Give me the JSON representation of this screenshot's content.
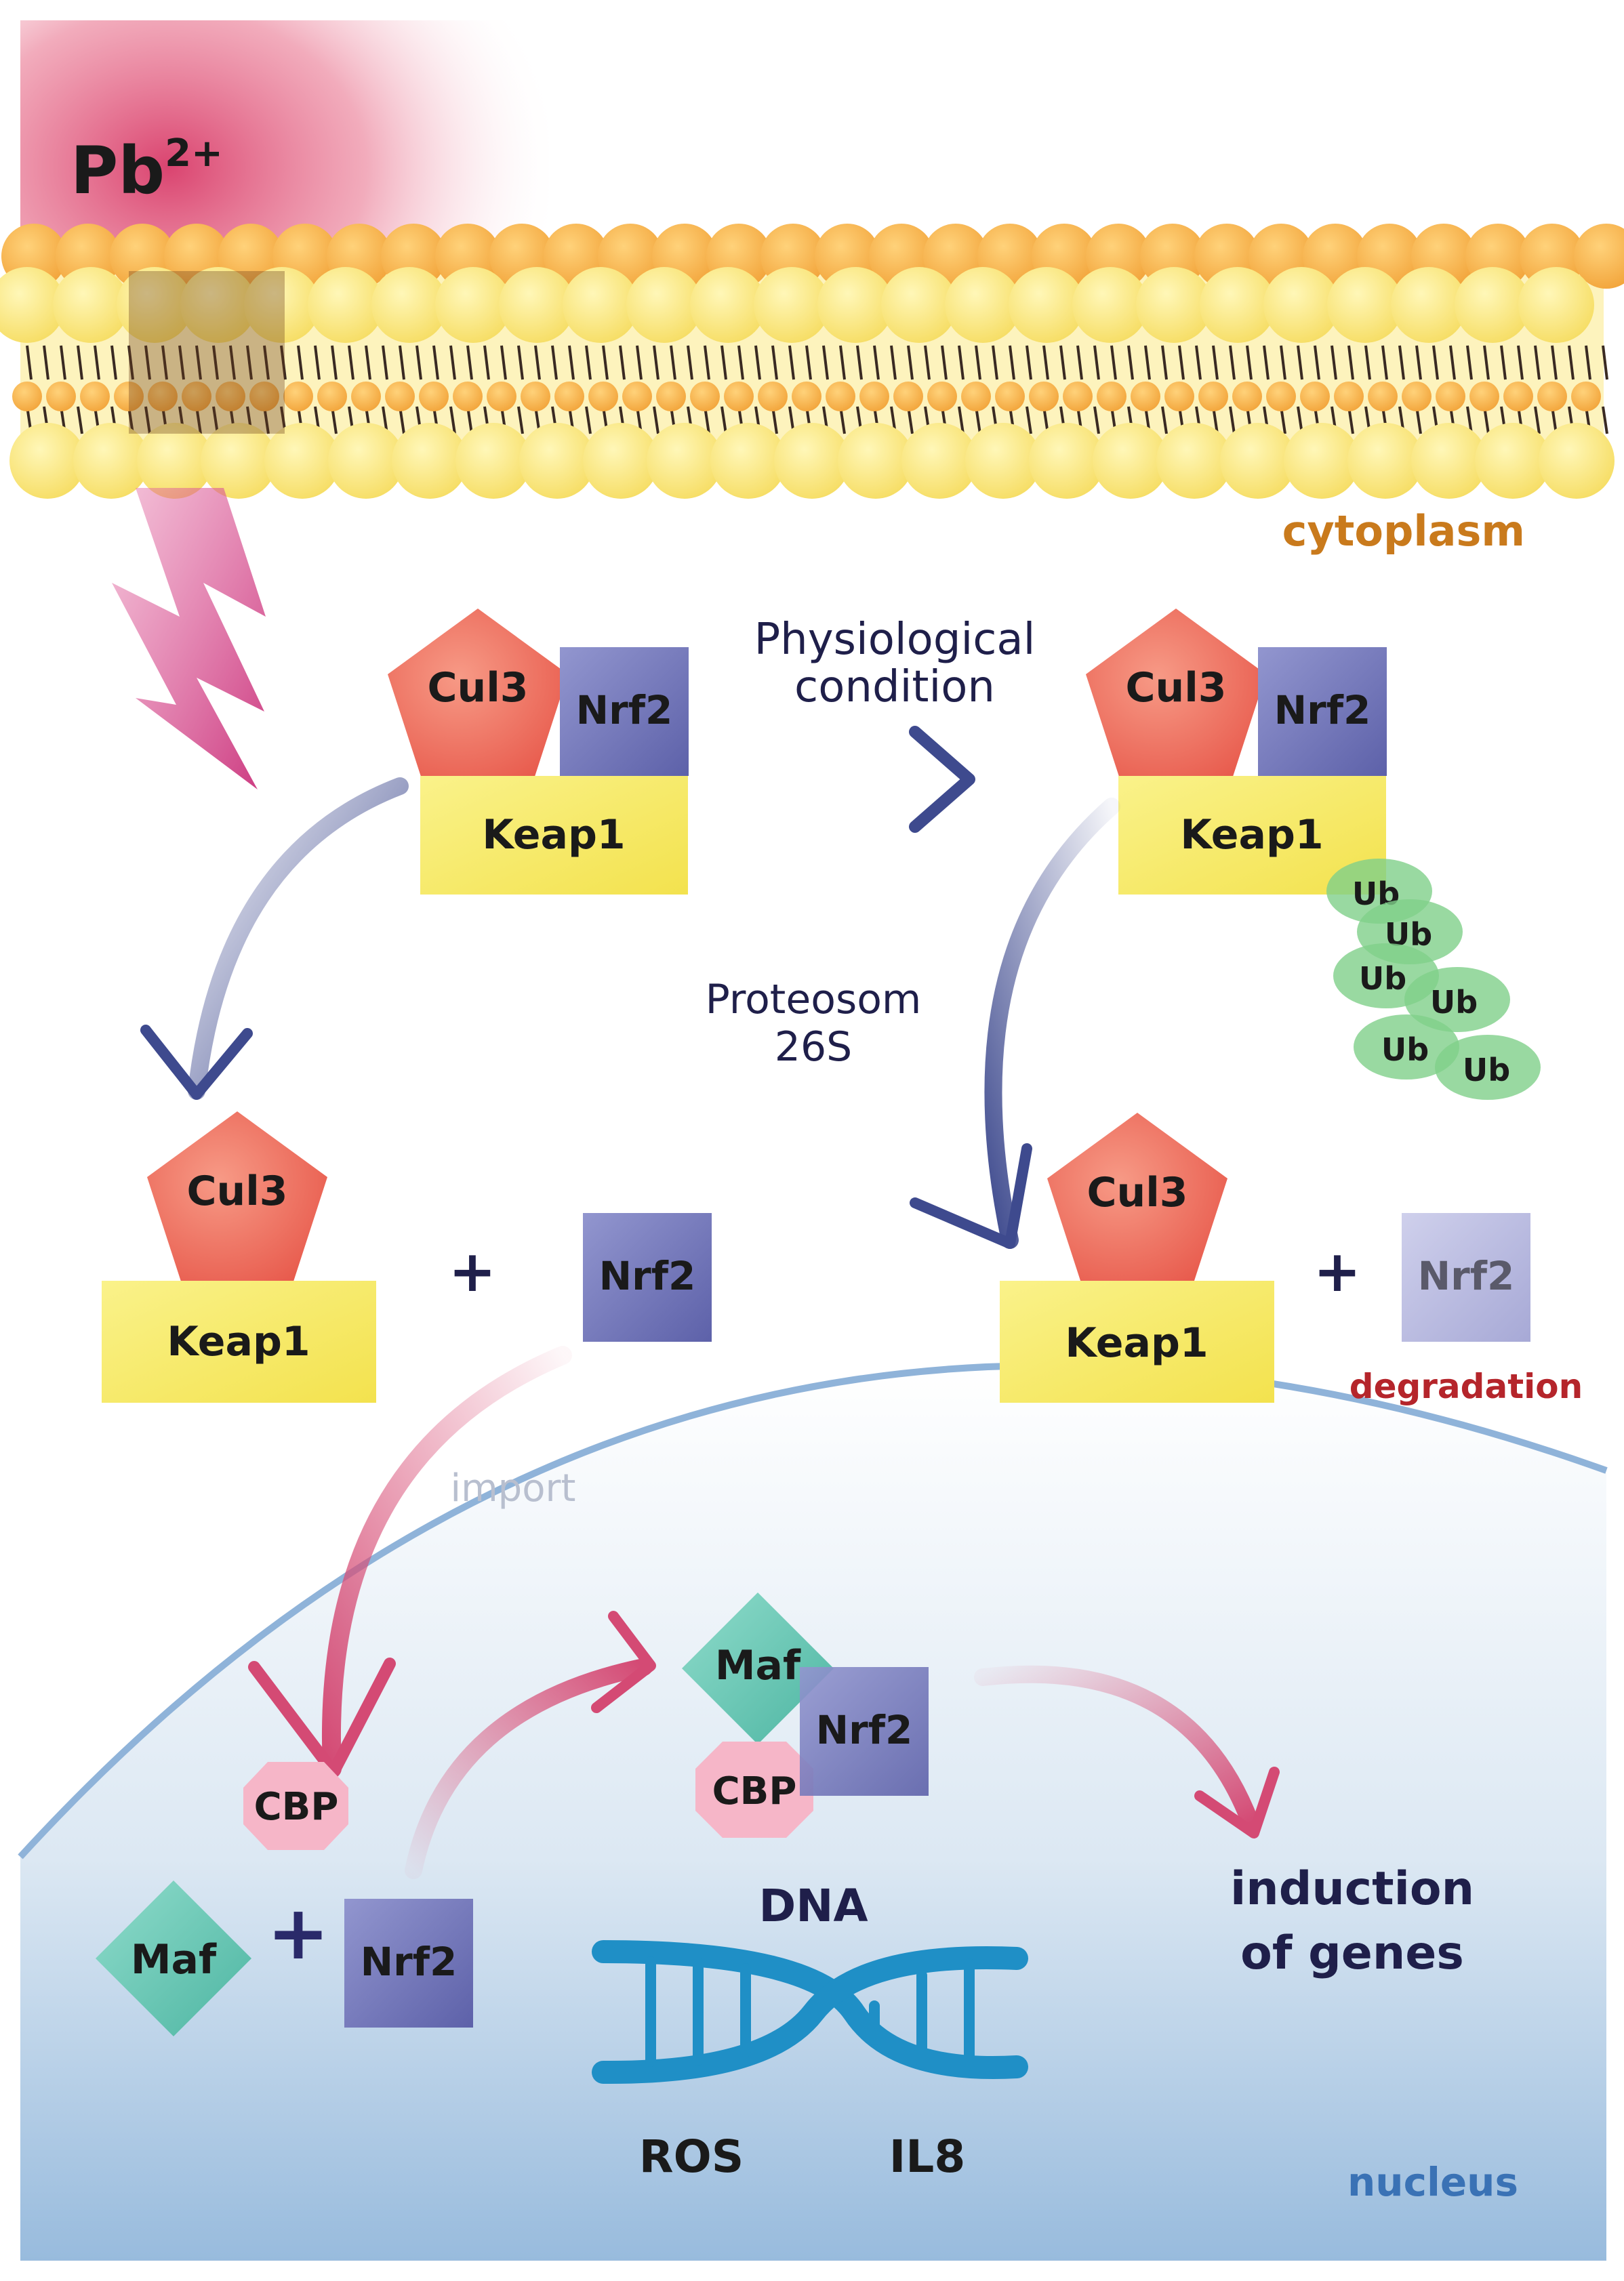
{
  "ion": {
    "base": "Pb",
    "charge": "2+"
  },
  "labels": {
    "cytoplasm": "cytoplasm",
    "nucleus": "nucleus",
    "physiological_line1": "Physiological",
    "physiological_line2": "condition",
    "proteasome_line1": "Proteosom",
    "proteasome_line2": "26S",
    "degradation": "degradation",
    "import": "import",
    "dna": "DNA",
    "ros": "ROS",
    "il8": "IL8",
    "induction_line1": "induction",
    "induction_line2": "of genes",
    "plus": "+"
  },
  "proteins": {
    "cul3": "Cul3",
    "keap1": "Keap1",
    "nrf2": "Nrf2",
    "maf": "Maf",
    "cbp": "CBP",
    "ub": "Ub"
  },
  "colors": {
    "cul3": "#ef6f5e",
    "keap1": "#f6ec6a",
    "nrf2": "#6d72b6",
    "nrf2_degraded": "#b5b6dc",
    "maf": "#5ec3b0",
    "cbp": "#f6b6c8",
    "ub": "#7fcf8a",
    "blue_arrow": "#4a5596",
    "pink_arrow": "#de5c80",
    "lightning": "#d9438a",
    "dna": "#1f8fc6",
    "degradation_text": "#b5252b",
    "cytoplasm_text": "#c97a1c",
    "nucleus_text": "#3a72b5",
    "dark_text": "#1f1f4a"
  }
}
